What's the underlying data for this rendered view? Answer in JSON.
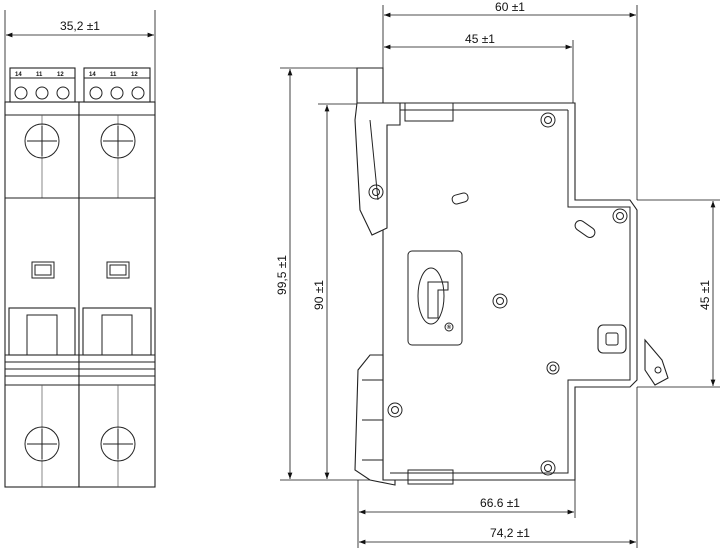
{
  "front_view": {
    "width_label": "35,2 ±1",
    "terminal_labels": [
      "14",
      "11",
      "12"
    ]
  },
  "side_view": {
    "overall_width_label": "60 ±1",
    "body_width_label": "45 ±1",
    "overall_height_label": "99,5 ±1",
    "body_height_label": "90 ±1",
    "front_height_label": "45 ±1",
    "base_width_label": "66.6 ±1",
    "base_overall_label": "74,2 ±1",
    "logo_mark": "®"
  }
}
